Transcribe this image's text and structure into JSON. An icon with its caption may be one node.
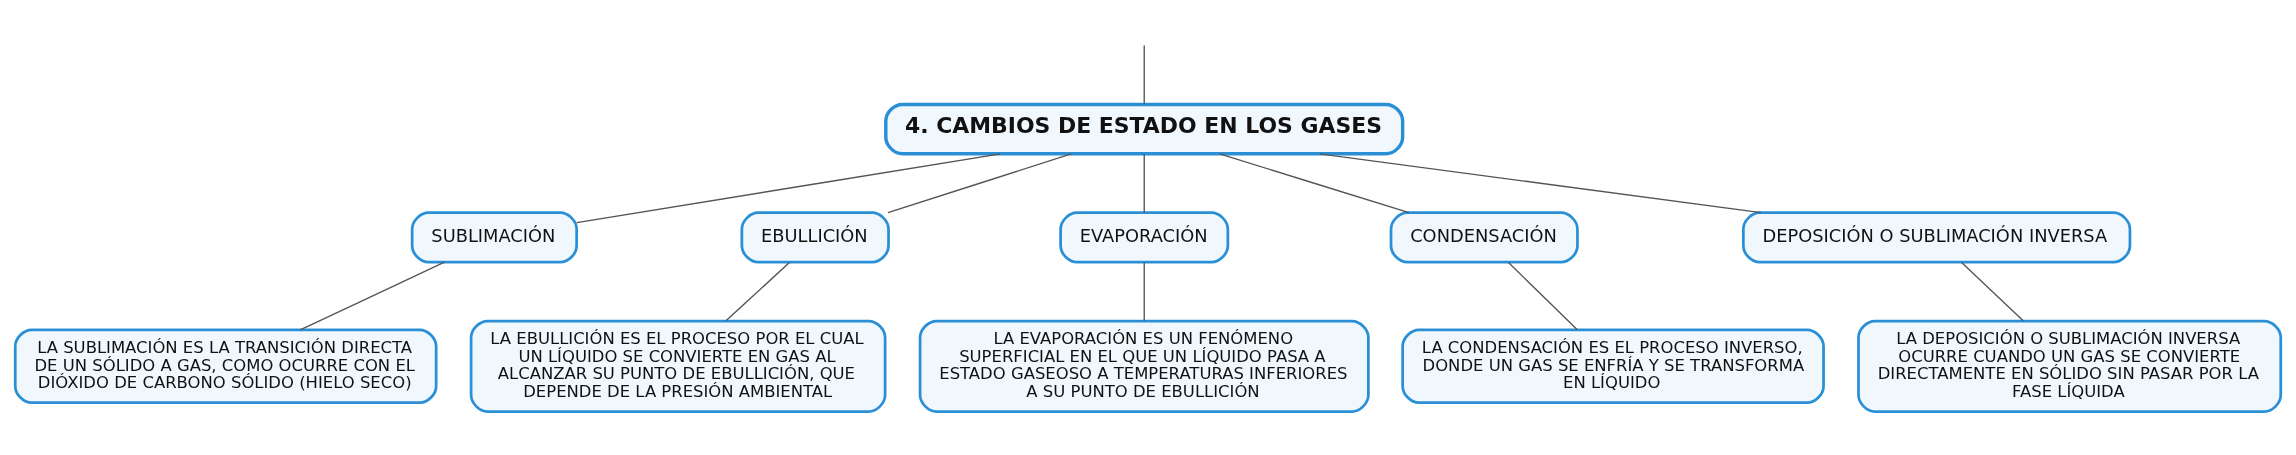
{
  "diagram": {
    "nodes": [
      {
        "text": [
          "4. CAMBIOS DE ESTADO EN LOS GASES"
        ]
      },
      {
        "text": [
          "SUBLIMACIÓN"
        ]
      },
      {
        "text": [
          "EBULLICIÓN"
        ]
      },
      {
        "text": [
          "EVAPORACIÓN"
        ]
      },
      {
        "text": [
          "CONDENSACIÓN"
        ]
      },
      {
        "text": [
          "DEPOSICIÓN O SUBLIMACIÓN INVERSA"
        ]
      },
      {
        "text": [
          "LA SUBLIMACIÓN ES LA TRANSICIÓN DIRECTA DE UN SÓLIDO A GAS, COMO OCURRE CON EL DIÓXIDO DE CARBONO SÓLIDO (HIELO SECO)"
        ]
      },
      {
        "text": [
          "LA EBULLICIÓN ES EL PROCESO POR EL CUAL UN LÍQUIDO SE CONVIERTE EN GAS AL ALCANZAR SU PUNTO DE EBULLICIÓN, QUE DEPENDE DE LA PRESIÓN AMBIENTAL"
        ]
      },
      {
        "text": [
          "LA EVAPORACIÓN ES UN FENÓMENO SUPERFICIAL EN EL QUE UN LÍQUIDO PASA A ESTADO GASEOSO A TEMPERATURAS INFERIORES A SU PUNTO DE EBULLICIÓN"
        ]
      },
      {
        "text": [
          "LA CONDENSACIÓN ES EL PROCESO INVERSO, DONDE UN GAS SE ENFRÍA Y SE TRANSFORMA EN LÍQUIDO"
        ]
      },
      {
        "text": [
          "LA DEPOSICIÓN O SUBLIMACIÓN INVERSA OCURRE CUANDO UN GAS SE CONVIERTE DIRECTAMENTE EN SÓLIDO SIN PASAR POR LA FASE LÍQUIDA"
        ]
      }
    ],
    "edges": [
      {
        "from": null,
        "to": 0,
        "arrow": "none"
      },
      {
        "from": 0,
        "to": 1,
        "arrow": "none"
      },
      {
        "from": 0,
        "to": 2,
        "arrow": "none"
      },
      {
        "from": 0,
        "to": 3,
        "arrow": "none"
      },
      {
        "from": 0,
        "to": 4,
        "arrow": "none"
      },
      {
        "from": 0,
        "to": 5,
        "arrow": "none"
      },
      {
        "from": 1,
        "to": 6,
        "arrow": "none"
      },
      {
        "from": 2,
        "to": 7,
        "arrow": "none"
      },
      {
        "from": 3,
        "to": 8,
        "arrow": "none"
      },
      {
        "from": 4,
        "to": 9,
        "arrow": "none"
      },
      {
        "from": 5,
        "to": 10,
        "arrow": "none"
      }
    ]
  }
}
